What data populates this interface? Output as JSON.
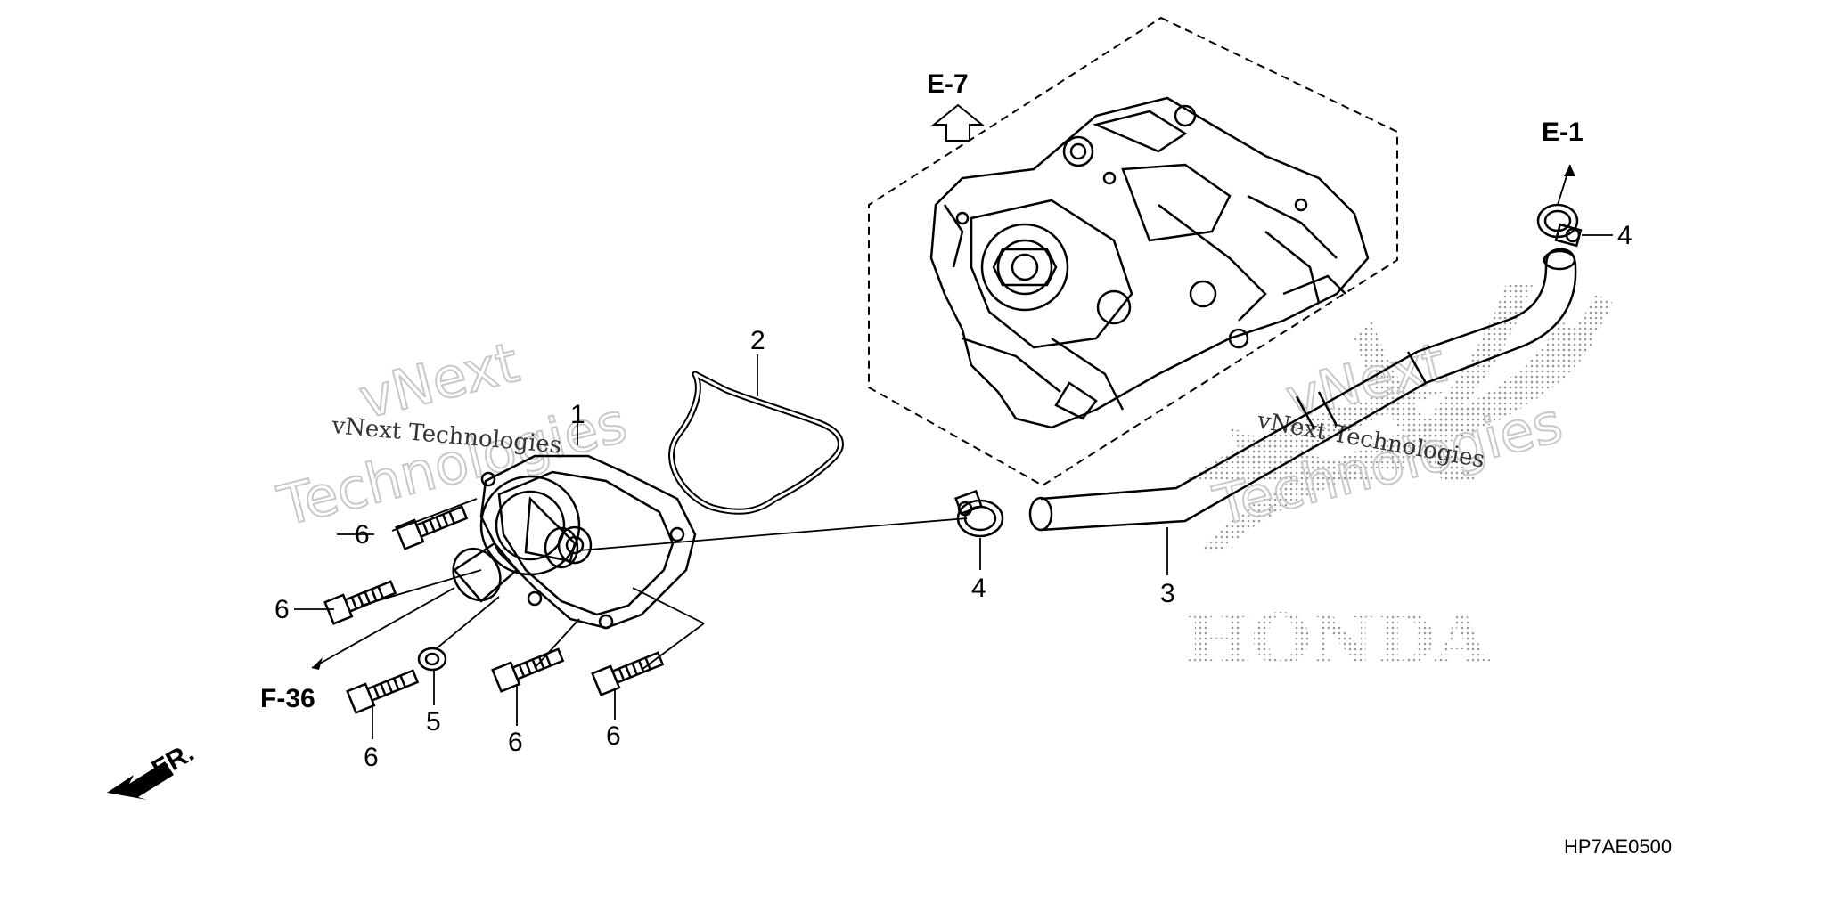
{
  "diagram": {
    "callouts": {
      "c1": "1",
      "c2": "2",
      "c3": "3",
      "c4_clamp_left": "4",
      "c4_clamp_right": "4",
      "c5": "5",
      "c6_a": "6",
      "c6_b": "6",
      "c6_c": "6",
      "c6_d": "6",
      "c6_e": "6"
    },
    "refs": {
      "e7": "E-7",
      "e1": "E-1",
      "f36": "F-36"
    },
    "front_label": "FR.",
    "drawing_code": "HP7AE0500"
  },
  "watermark": {
    "big_line1": "vNext",
    "big_line2": "Technologies",
    "small": "vNext Technologies",
    "brand": "HONDA"
  }
}
